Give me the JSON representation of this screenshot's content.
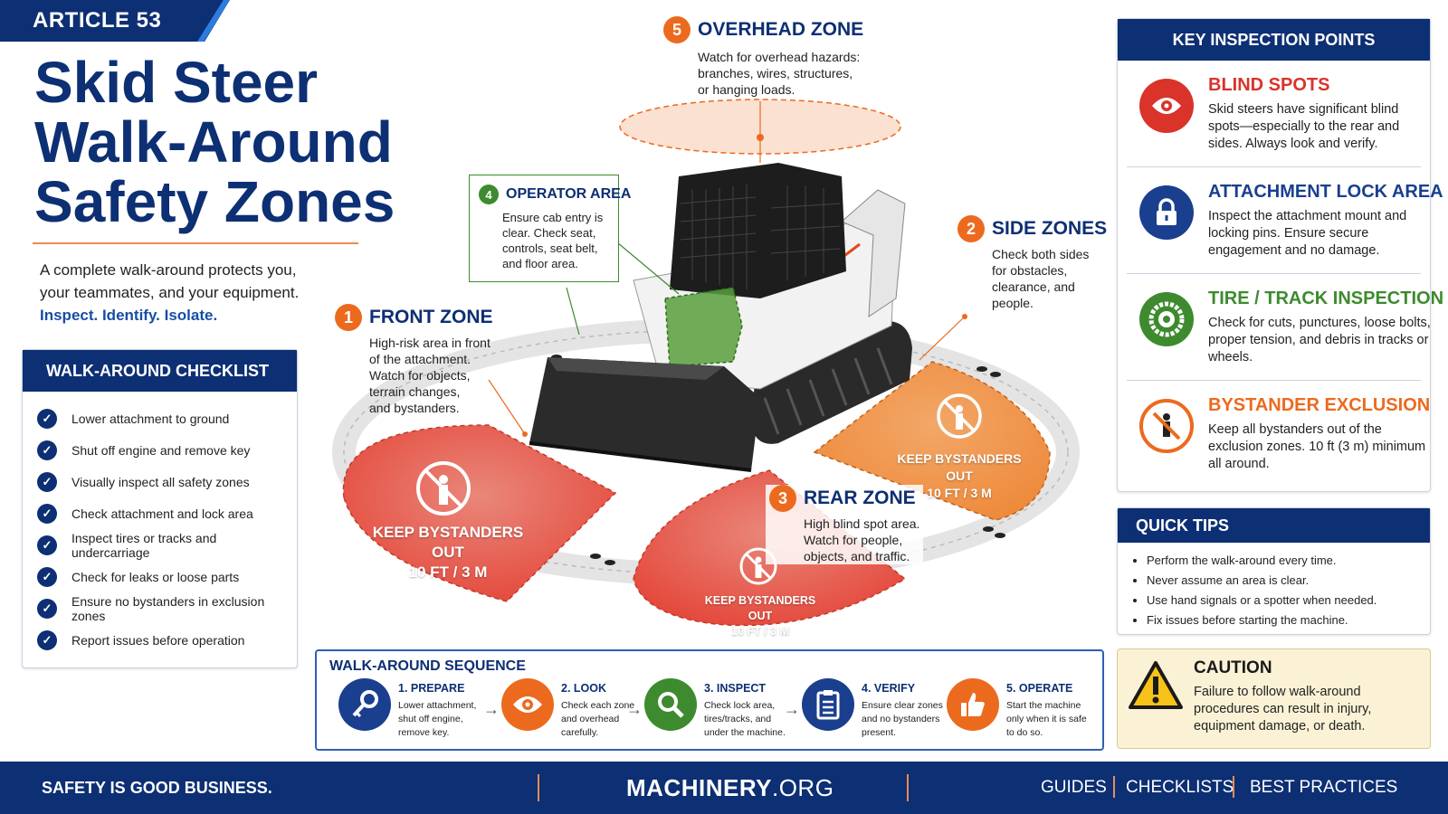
{
  "header": {
    "article_tag": "ARTICLE 53",
    "title_lines": [
      "Skid Steer",
      "Walk-Around",
      "Safety Zones"
    ],
    "intro": "A complete walk-around protects you, your teammates, and your equipment.",
    "motto": "Inspect. Identify. Isolate."
  },
  "checklist": {
    "title": "WALK-AROUND CHECKLIST",
    "items": [
      "Lower attachment to ground",
      "Shut off engine and remove key",
      "Visually inspect all safety zones",
      "Check attachment and lock area",
      "Inspect tires or tracks and undercarriage",
      "Check for leaks or loose parts",
      "Ensure no bystanders in exclusion zones",
      "Report issues before operation"
    ]
  },
  "zones": {
    "overhead": {
      "num": "5",
      "title": "OVERHEAD ZONE",
      "desc": [
        "Watch for overhead hazards:",
        "branches, wires, structures,",
        "or hanging loads."
      ]
    },
    "operator": {
      "num": "4",
      "title": "OPERATOR AREA",
      "desc": [
        "Ensure cab entry is",
        "clear. Check seat,",
        "controls, seat belt,",
        "and floor area."
      ]
    },
    "side": {
      "num": "2",
      "title": "SIDE ZONES",
      "desc": [
        "Check both sides",
        "for obstacles,",
        "clearance, and",
        "people."
      ]
    },
    "front": {
      "num": "1",
      "title": "FRONT ZONE",
      "desc": [
        "High-risk area in front",
        "of the attachment.",
        "Watch for objects,",
        "terrain changes,",
        "and bystanders."
      ]
    },
    "rear": {
      "num": "3",
      "title": "REAR ZONE",
      "desc": [
        "High blind spot area.",
        "Watch for people,",
        "objects, and traffic."
      ]
    }
  },
  "exclusion": {
    "label": "KEEP BYSTANDERS OUT",
    "distance": "10 FT / 3 M"
  },
  "key_points": {
    "title": "KEY INSPECTION POINTS",
    "items": [
      {
        "icon": "eye-icon",
        "color": "#d9332a",
        "title": "BLIND SPOTS",
        "desc": "Skid steers have significant blind spots—especially to the rear and sides. Always look and verify."
      },
      {
        "icon": "lock-icon",
        "color": "#1a3f8f",
        "title": "ATTACHMENT LOCK AREA",
        "desc": "Inspect the attachment mount and locking pins. Ensure secure engagement and no damage."
      },
      {
        "icon": "tire-icon",
        "color": "#3d8b2e",
        "title": "TIRE / TRACK INSPECTION",
        "desc": "Check for cuts, punctures, loose bolts, proper tension, and debris in tracks or wheels."
      },
      {
        "icon": "no-bystander-icon",
        "color": "#ec6a1e",
        "title": "BYSTANDER EXCLUSION",
        "desc": "Keep all bystanders out of the exclusion zones. 10 ft (3 m) minimum all around."
      }
    ]
  },
  "quick_tips": {
    "title": "QUICK TIPS",
    "items": [
      "Perform the walk-around every time.",
      "Never assume an area is clear.",
      "Use hand signals or a spotter when needed.",
      "Fix issues before starting the machine."
    ]
  },
  "caution": {
    "title": "CAUTION",
    "desc": "Failure to follow walk-around procedures can result in injury, equipment damage, or death."
  },
  "sequence": {
    "title": "WALK-AROUND SEQUENCE",
    "steps": [
      {
        "icon": "key-icon",
        "color": "#1a3f8f",
        "name": "1. PREPARE",
        "desc": "Lower attachment, shut off engine, remove key."
      },
      {
        "icon": "eye-icon",
        "color": "#ec6a1e",
        "name": "2. LOOK",
        "desc": "Check each zone and overhead carefully."
      },
      {
        "icon": "magnifier-icon",
        "color": "#3d8b2e",
        "name": "3. INSPECT",
        "desc": "Check lock area, tires/tracks, and under the machine."
      },
      {
        "icon": "clipboard-icon",
        "color": "#1a3f8f",
        "name": "4. VERIFY",
        "desc": "Ensure clear zones and no bystanders present."
      },
      {
        "icon": "thumbs-up-icon",
        "color": "#ec6a1e",
        "name": "5. OPERATE",
        "desc": "Start the machine only when it is safe to do so."
      }
    ]
  },
  "footer": {
    "slogan": "SAFETY IS GOOD BUSINESS.",
    "brand_bold": "MACHINERY",
    "brand_tld": ".ORG",
    "links": [
      "GUIDES",
      "CHECKLISTS",
      "BEST PRACTICES"
    ]
  }
}
